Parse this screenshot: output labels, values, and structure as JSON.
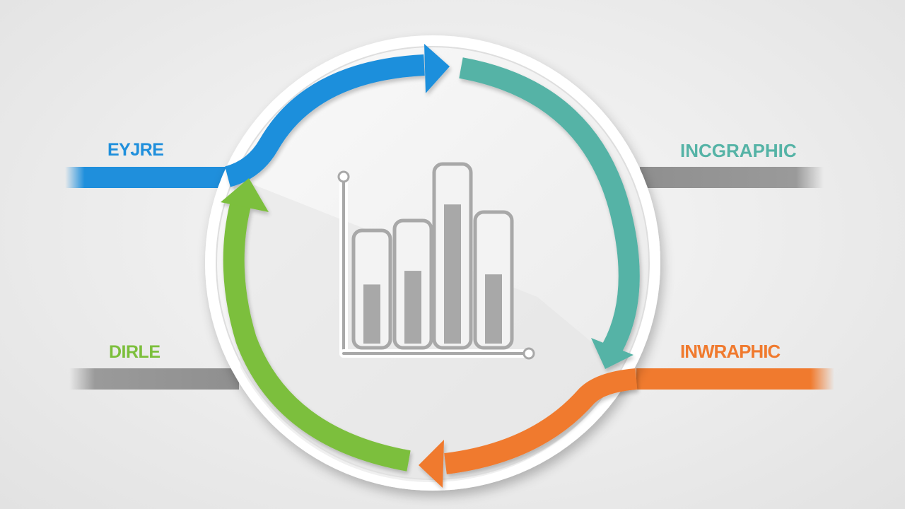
{
  "labels": {
    "top_left": "EYJRE",
    "top_right": "INCGRAPHIC",
    "bottom_left": "DIRLE",
    "bottom_right": "INWRAPHIC"
  },
  "colors": {
    "blue": "#1f8fdc",
    "teal": "#55b3a6",
    "green": "#7cbf3c",
    "orange": "#f07a2e",
    "gray_bar": "#9a9a9a",
    "icon": "#a8a8a8",
    "circle": "#f2f2f2"
  },
  "center_icon": "bar-chart-icon",
  "bar_levels": [
    0.55,
    0.62,
    0.8,
    0.55
  ]
}
